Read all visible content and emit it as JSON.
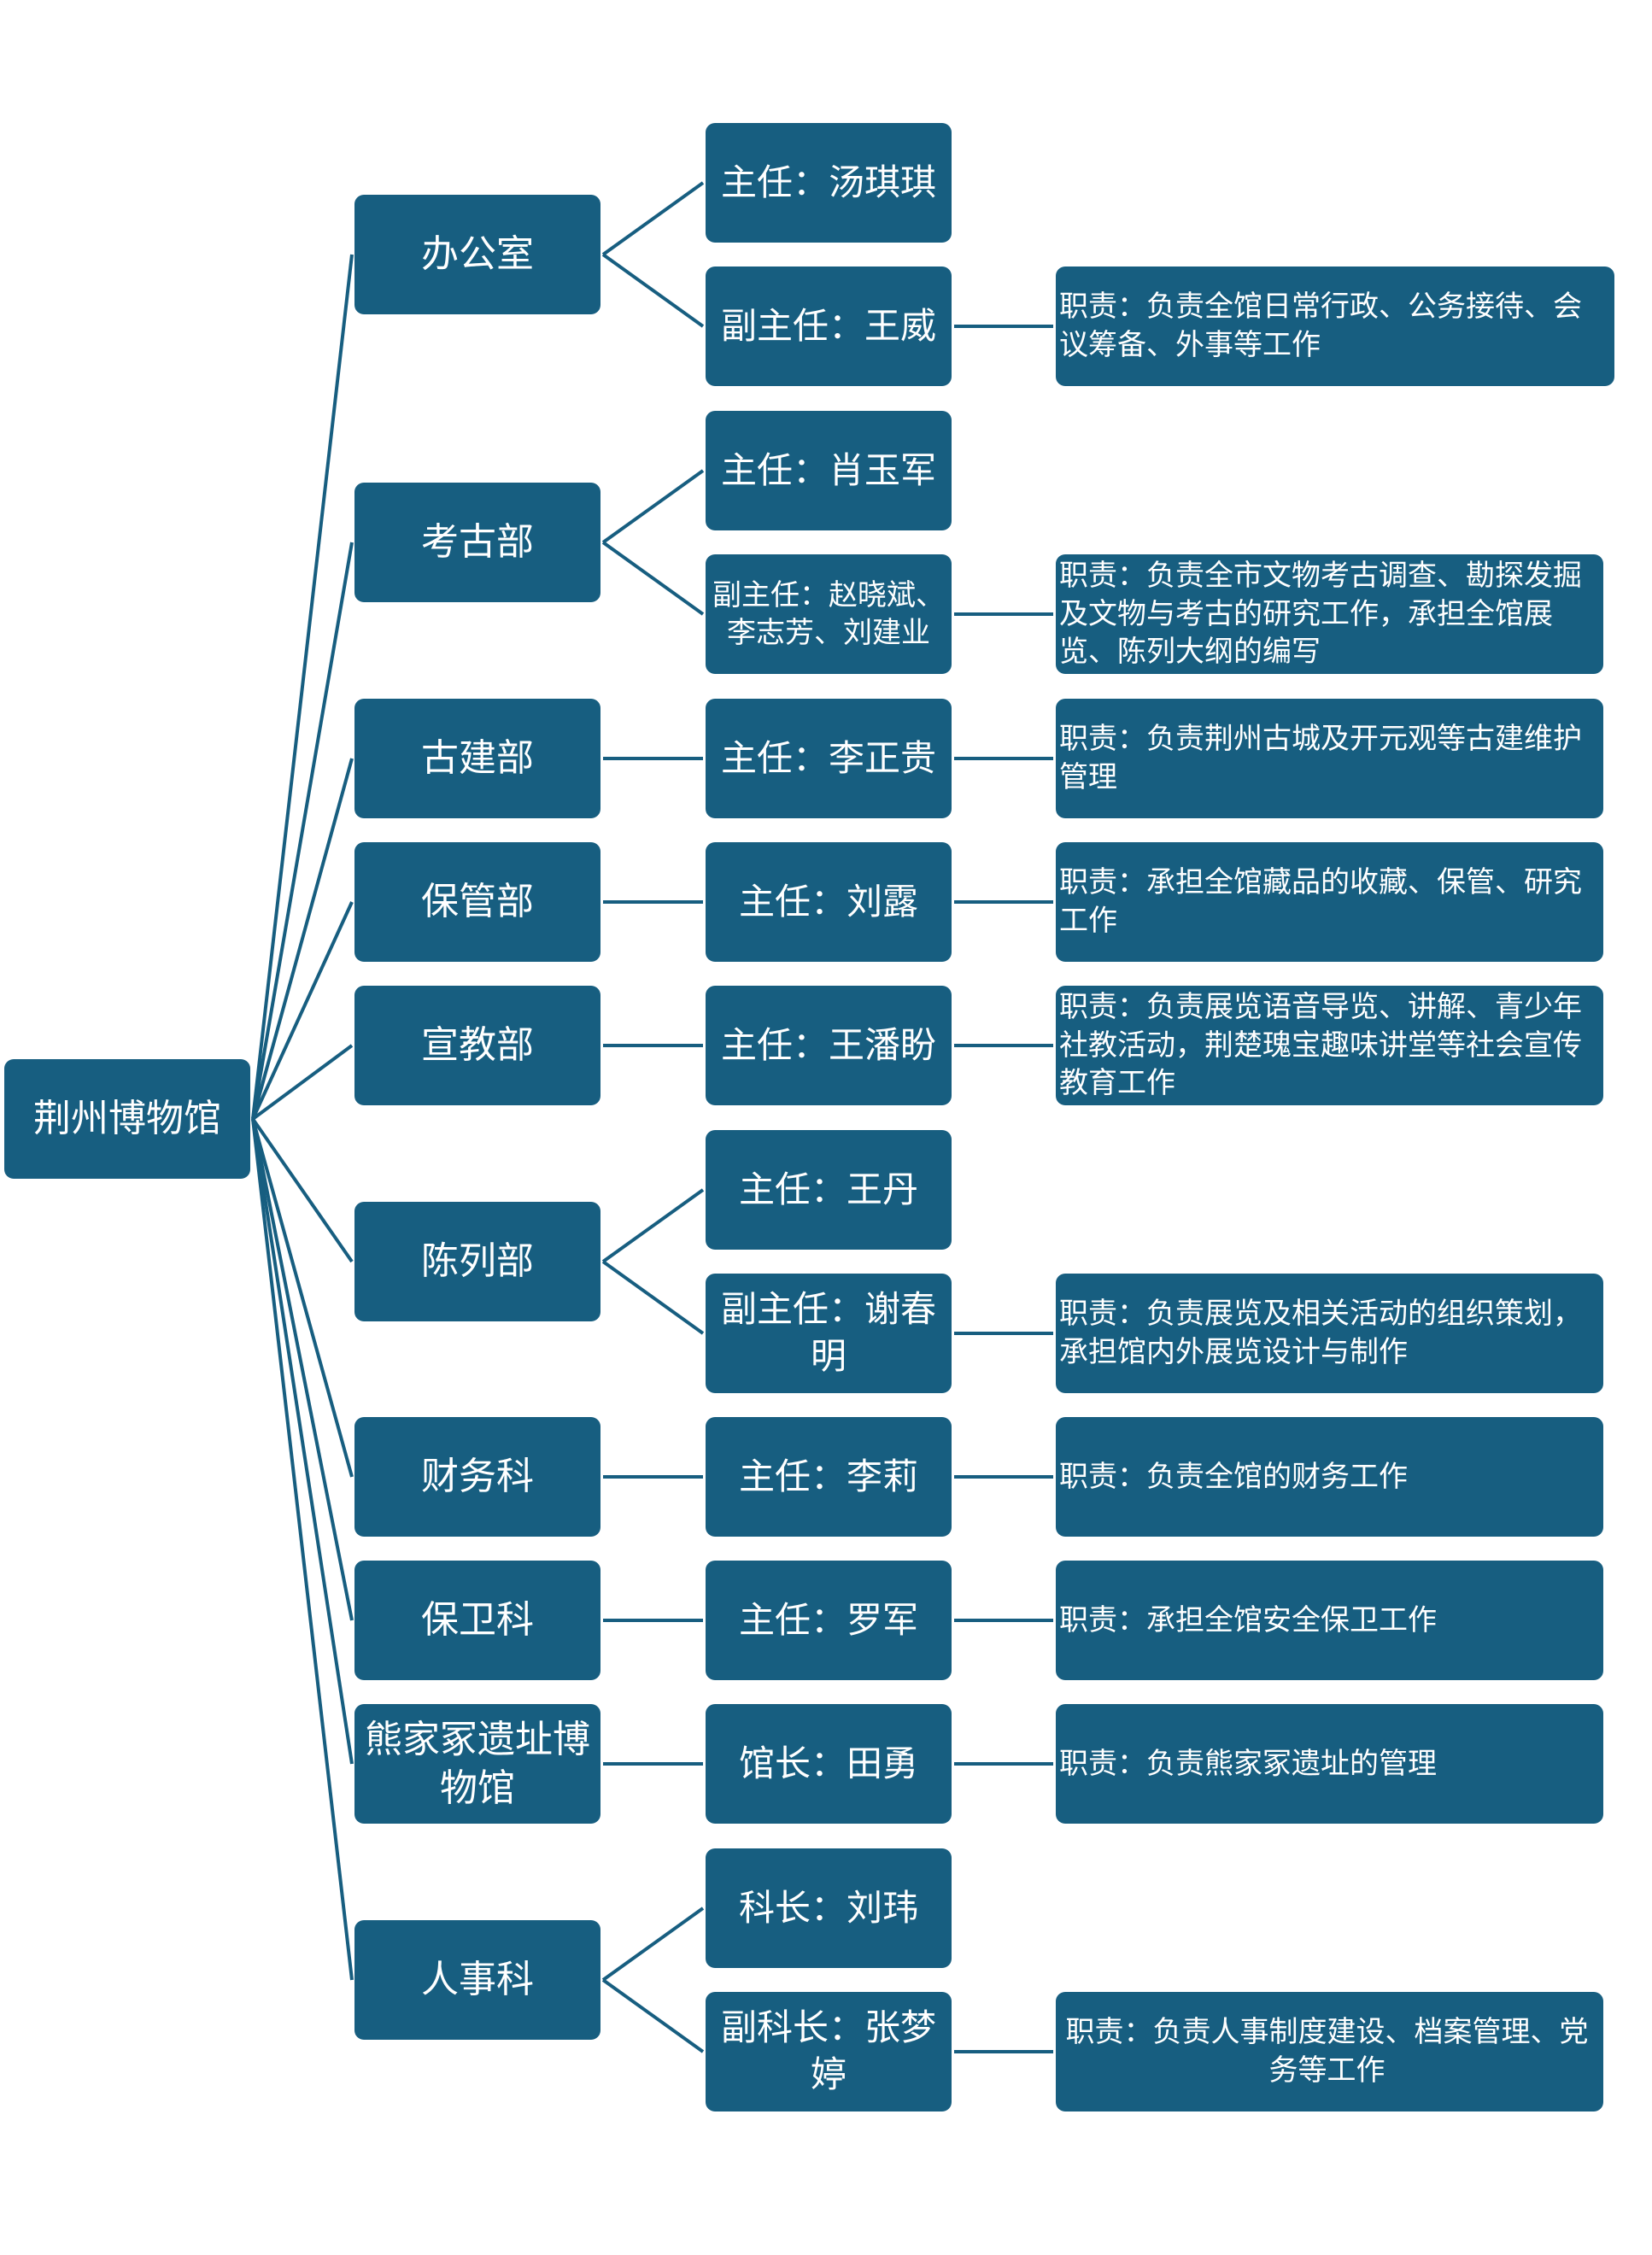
{
  "colors": {
    "node": "#175e80",
    "line": "#175e80",
    "text": "#ffffff"
  },
  "root": "荆州博物馆",
  "departments": [
    {
      "name": "办公室",
      "people": [
        {
          "label": "主任：汤琪琪"
        },
        {
          "label": "副主任：王威",
          "duty": "职责：负责全馆日常行政、公务接待、会议筹备、外事等工作"
        }
      ]
    },
    {
      "name": "考古部",
      "people": [
        {
          "label": "主任：肖玉军"
        },
        {
          "label": "副主任：赵晓斌、李志芳、刘建业",
          "duty": "职责：负责全市文物考古调查、勘探发掘及文物与考古的研究工作，承担全馆展览、陈列大纲的编写"
        }
      ]
    },
    {
      "name": "古建部",
      "people": [
        {
          "label": "主任：李正贵",
          "duty": "职责：负责荆州古城及开元观等古建维护管理"
        }
      ]
    },
    {
      "name": "保管部",
      "people": [
        {
          "label": "主任：刘露",
          "duty": "职责：承担全馆藏品的收藏、保管、研究工作"
        }
      ]
    },
    {
      "name": "宣教部",
      "people": [
        {
          "label": "主任：王潘盼",
          "duty": "职责：负责展览语音导览、讲解、青少年社教活动，荆楚瑰宝趣味讲堂等社会宣传教育工作"
        }
      ]
    },
    {
      "name": "陈列部",
      "people": [
        {
          "label": "主任：王丹"
        },
        {
          "label": "副主任：谢春明",
          "duty": "职责：负责展览及相关活动的组织策划，承担馆内外展览设计与制作"
        }
      ]
    },
    {
      "name": "财务科",
      "people": [
        {
          "label": "主任：李莉",
          "duty": "职责：负责全馆的财务工作"
        }
      ]
    },
    {
      "name": "保卫科",
      "people": [
        {
          "label": "主任：罗军",
          "duty": "职责：承担全馆安全保卫工作"
        }
      ]
    },
    {
      "name": "熊家冢遗址博物馆",
      "people": [
        {
          "label": "馆长：田勇",
          "duty": "职责：负责熊家冢遗址的管理"
        }
      ]
    },
    {
      "name": "人事科",
      "people": [
        {
          "label": "科长：刘玮"
        },
        {
          "label": "副科长：张梦婷",
          "duty": "职责：负责人事制度建设、档案管理、党务等工作"
        }
      ]
    }
  ]
}
